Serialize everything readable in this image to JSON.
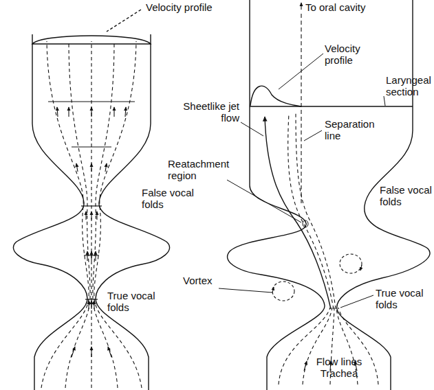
{
  "diagram": {
    "labels": [
      "Velocity profile",
      "False vocal folds",
      "True vocal folds",
      "To oral cavity",
      "Velocity profile",
      "Sheetlike jet flow",
      "Separation line",
      "Laryngeal section",
      "Reatachment region",
      "False vocal folds",
      "Vortex",
      "True vocal folds",
      "Flow lines Trachea"
    ]
  }
}
